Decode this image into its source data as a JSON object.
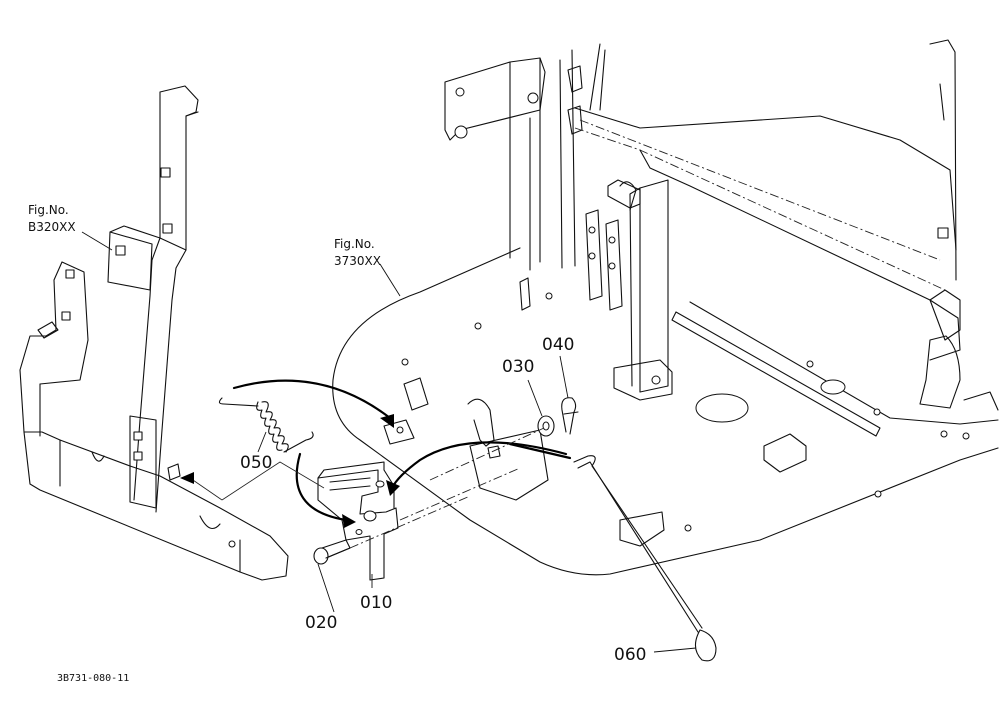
{
  "diagram": {
    "refs": [
      {
        "id": "ref-b320",
        "line1": "Fig.No.",
        "line2": "B320XX"
      },
      {
        "id": "ref-3730",
        "line1": "Fig.No.",
        "line2": "3730XX"
      }
    ],
    "parts": [
      {
        "id": "part-010",
        "label": "010"
      },
      {
        "id": "part-020",
        "label": "020"
      },
      {
        "id": "part-030",
        "label": "030"
      },
      {
        "id": "part-040",
        "label": "040"
      },
      {
        "id": "part-050",
        "label": "050"
      },
      {
        "id": "part-060",
        "label": "060"
      }
    ],
    "drawing_number": "3B731-080-11"
  }
}
